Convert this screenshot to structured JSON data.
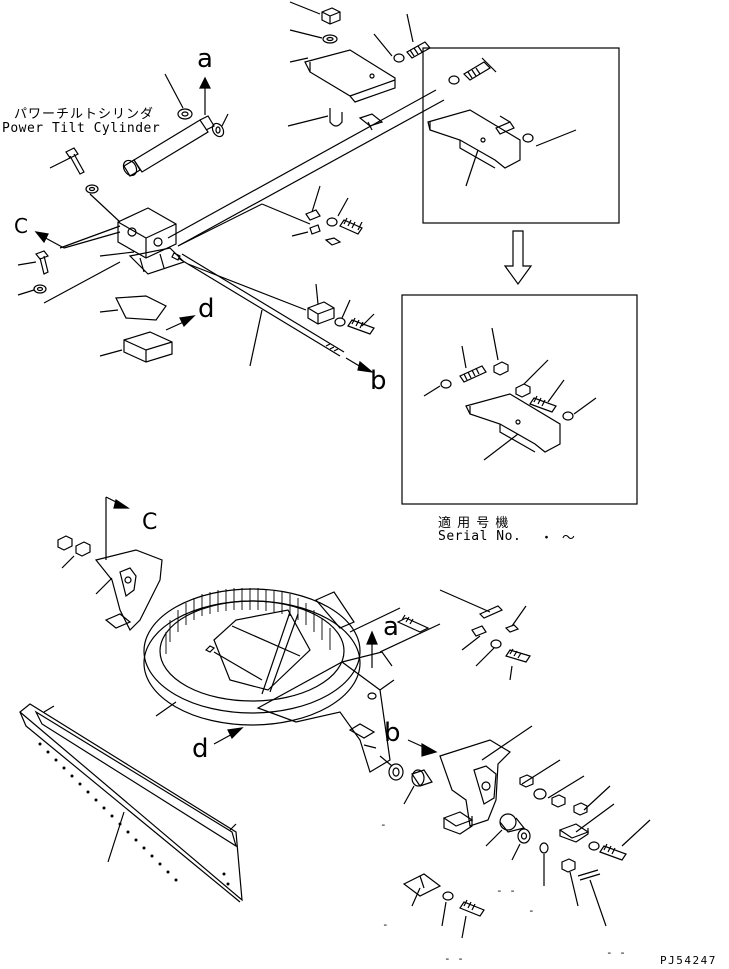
{
  "diagram": {
    "title_jp": "パワーチルトシリンダ",
    "title_en": "Power Tilt Cylinder",
    "serial_jp": "適 用 号 機",
    "serial_en": "Serial No.",
    "serial_suffix": "・ ～",
    "part_code": "PJ54247",
    "ref_letters": {
      "a_top": "a",
      "b_top": "b",
      "c_top": "C",
      "d_top": "d",
      "a_bottom": "a",
      "b_bottom": "b",
      "c_bottom": "C",
      "d_bottom": "d"
    },
    "dash_marks": {
      "m1": "-",
      "m2": "- -",
      "m3": "-",
      "m4": "-",
      "m5": "- -",
      "m6": "- -"
    }
  }
}
